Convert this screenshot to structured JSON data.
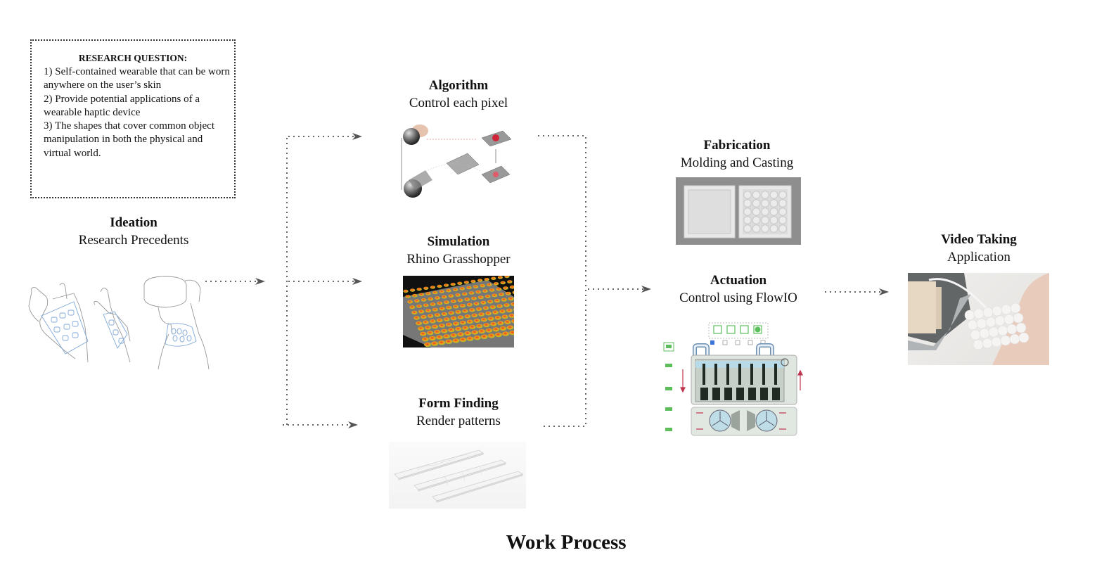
{
  "diagram": {
    "title": "Work Process",
    "research_question": {
      "heading": "RESEARCH QUESTION:",
      "items": [
        "1) Self-contained wearable that can be worn anywhere on the user’s skin",
        "2) Provide potential applications of a wearable haptic device",
        "3) The shapes that cover common object manipulation in both the physical and virtual world."
      ]
    },
    "stages": {
      "ideation": {
        "title": "Ideation",
        "subtitle": "Research Precedents",
        "image": "hand-neck-sketches"
      },
      "algorithm": {
        "title": "Algorithm",
        "subtitle": "Control each pixel",
        "image": "pixel-control-diagram"
      },
      "simulation": {
        "title": "Simulation",
        "subtitle": "Rhino Grasshopper",
        "image": "bubble-grid-render"
      },
      "form_finding": {
        "title": "Form Finding",
        "subtitle": "Render patterns",
        "image": "strip-patterns-render"
      },
      "fabrication": {
        "title": "Fabrication",
        "subtitle": "Molding and Casting",
        "image": "mold-photo"
      },
      "actuation": {
        "title": "Actuation",
        "subtitle": "Control using FlowIO",
        "image": "flowio-schematic"
      },
      "video_taking": {
        "title": "Video Taking",
        "subtitle": "Application",
        "image": "wrist-wearable-photo"
      }
    },
    "connections": [
      [
        "ideation",
        "algorithm"
      ],
      [
        "ideation",
        "simulation"
      ],
      [
        "ideation",
        "form_finding"
      ],
      [
        "algorithm",
        "actuation"
      ],
      [
        "simulation",
        "actuation"
      ],
      [
        "form_finding",
        "actuation"
      ],
      [
        "actuation",
        "video_taking"
      ]
    ],
    "colors": {
      "arrow": "#555555",
      "sketch_blue": "#7fa7d8",
      "flowio_green": "#5cbf5c",
      "flowio_red": "#c0344d"
    }
  }
}
